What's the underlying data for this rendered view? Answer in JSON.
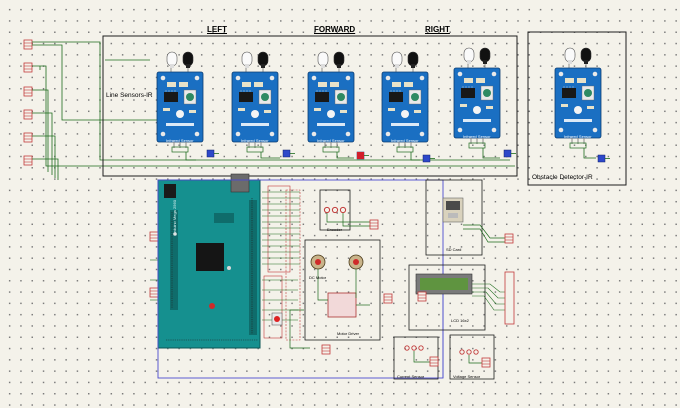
{
  "labels": {
    "left": "LEFT",
    "forward": "FORWARD",
    "right": "RIGHT",
    "line_sensors": "Line Sensors-IR",
    "obstacle_detector": "Obstacle Detector-IR",
    "sensor_caption": "Infrared Sensor",
    "board_caption": "Arduino Mega 2560",
    "encoder": "Encoder",
    "dc_motor": "DC Motor",
    "motor_driver": "Motor Driver",
    "sd_card": "SD Card",
    "lcd": "LCD 16x2",
    "current_sensor": "Current Sensor",
    "voltage_sensor": "Voltage Sensor"
  },
  "colors": {
    "sensor_board": "#1a6fc2",
    "arduino_board": "#15908f",
    "wire": "#1d6b1d",
    "terminal": "#c23a3a",
    "selection": "#4c4ccf",
    "lcd_screen": "#5f9440"
  },
  "icons": {
    "ir_led": "led-pair-icon",
    "terminal_block": "terminal-connector-icon",
    "logic_probe": "logic-probe-icon"
  }
}
